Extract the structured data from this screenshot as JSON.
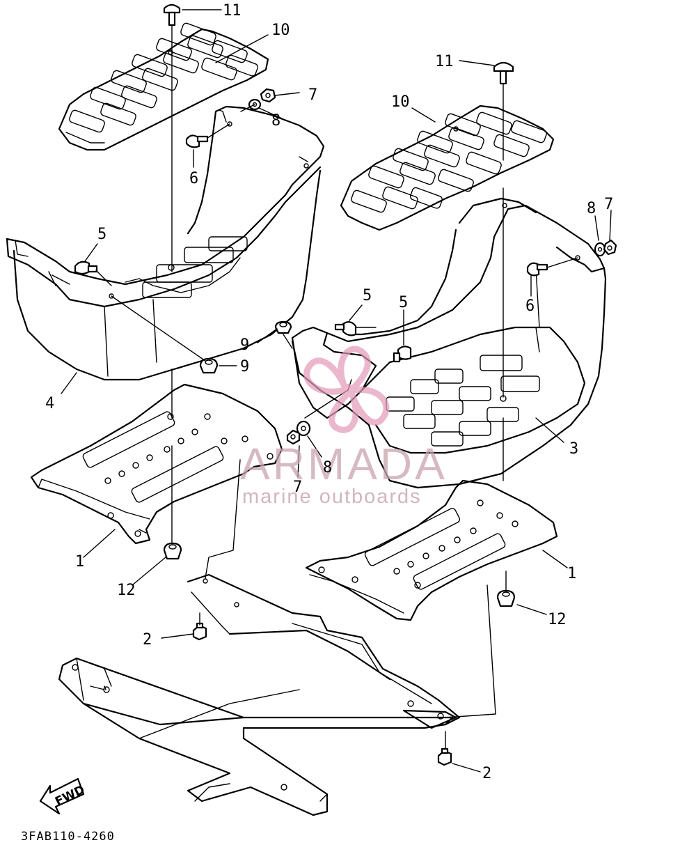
{
  "diagram": {
    "drawing_code": "3FAB110-4260",
    "direction_arrow": "FWD",
    "watermark": {
      "brand": "ARMADA",
      "tagline": "marine outboards",
      "logo_color": "#e39ab8",
      "text_color": "#c9a3ae"
    },
    "callouts": [
      {
        "id": "c11a",
        "label": "11"
      },
      {
        "id": "c10a",
        "label": "10"
      },
      {
        "id": "c7a",
        "label": "7"
      },
      {
        "id": "c8a",
        "label": "8"
      },
      {
        "id": "c6a",
        "label": "6"
      },
      {
        "id": "c5a",
        "label": "5"
      },
      {
        "id": "c9a",
        "label": "9"
      },
      {
        "id": "c9b",
        "label": "9"
      },
      {
        "id": "c4",
        "label": "4"
      },
      {
        "id": "c11b",
        "label": "11"
      },
      {
        "id": "c10b",
        "label": "10"
      },
      {
        "id": "c8b",
        "label": "8"
      },
      {
        "id": "c7b",
        "label": "7"
      },
      {
        "id": "c6b",
        "label": "6"
      },
      {
        "id": "c5b",
        "label": "5"
      },
      {
        "id": "c5c",
        "label": "5"
      },
      {
        "id": "c3",
        "label": "3"
      },
      {
        "id": "c7c",
        "label": "7"
      },
      {
        "id": "c8c",
        "label": "8"
      },
      {
        "id": "c1a",
        "label": "1"
      },
      {
        "id": "c12a",
        "label": "12"
      },
      {
        "id": "c1b",
        "label": "1"
      },
      {
        "id": "c12b",
        "label": "12"
      },
      {
        "id": "c2a",
        "label": "2"
      },
      {
        "id": "c2b",
        "label": "2"
      }
    ]
  }
}
